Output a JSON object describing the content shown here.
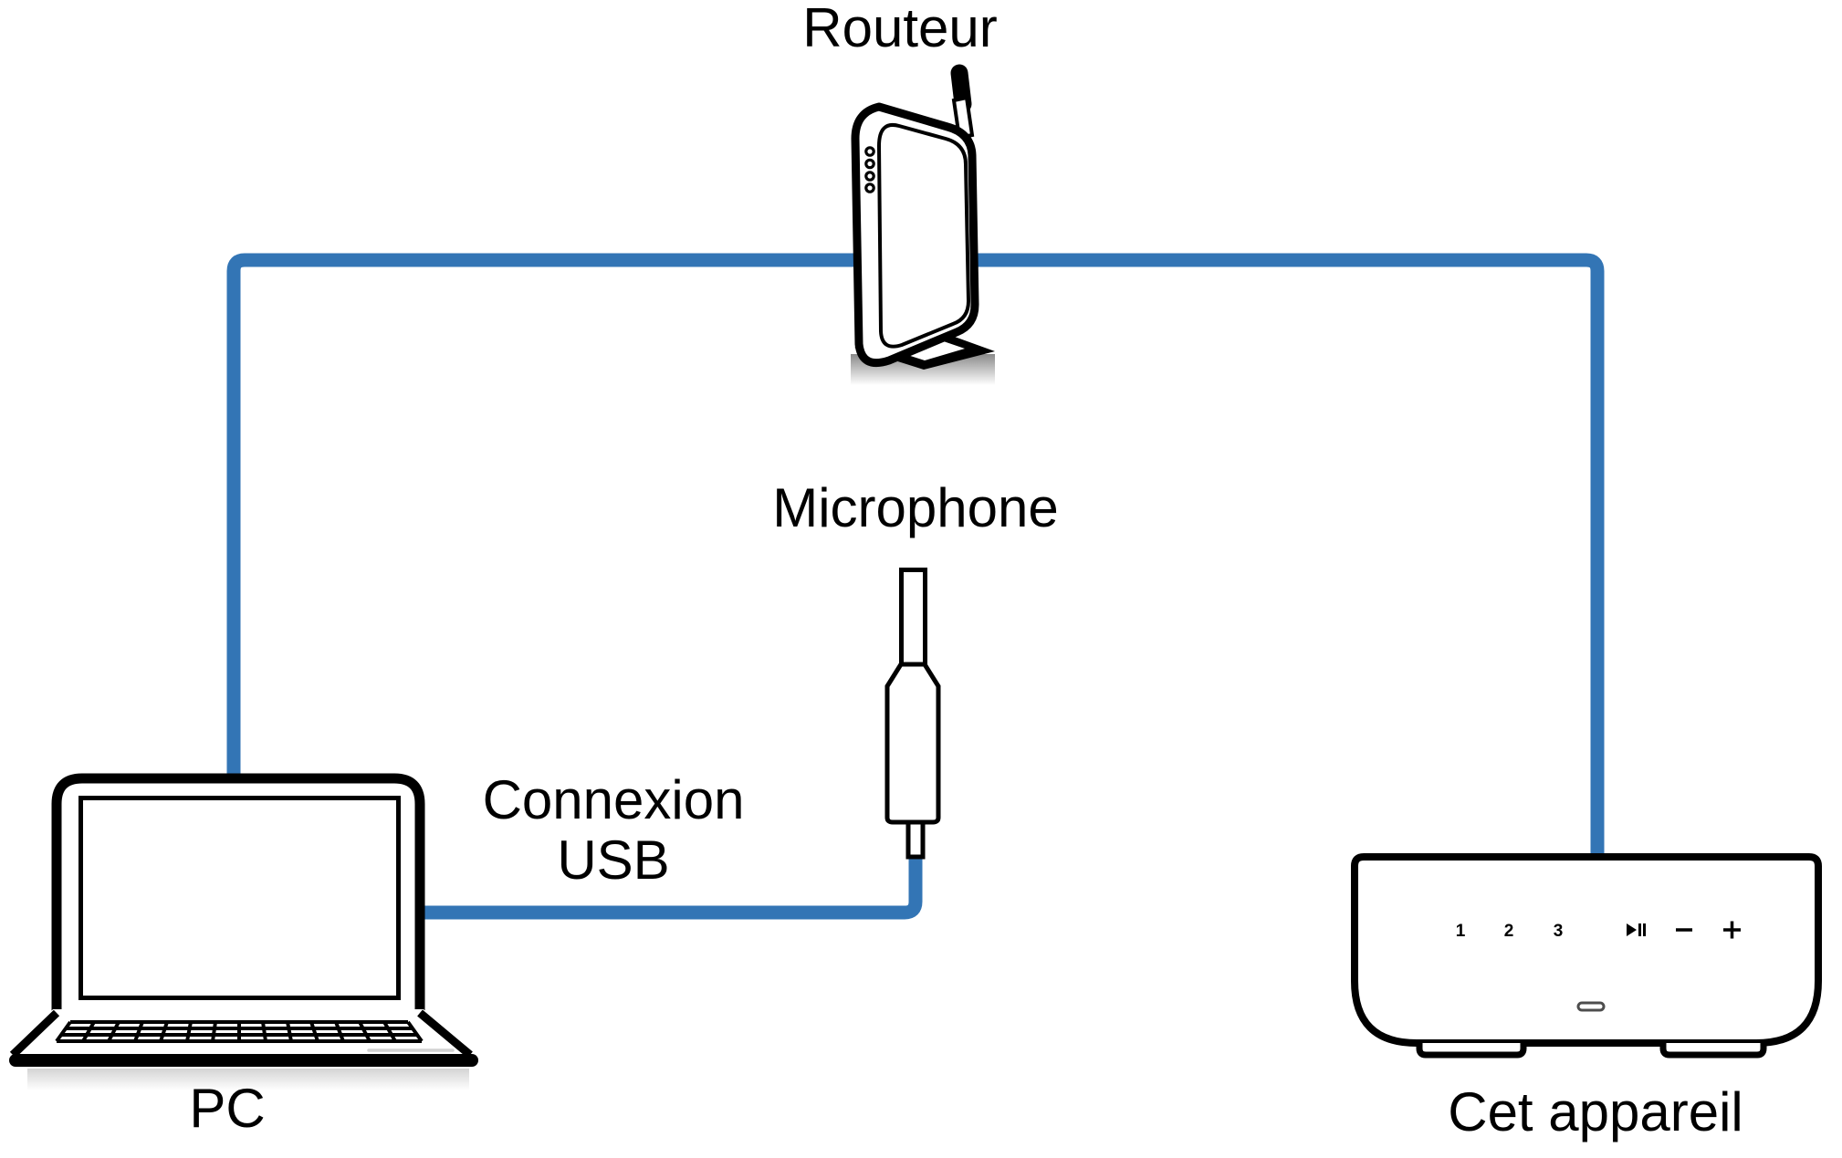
{
  "colors": {
    "cable_blue": "#3375B5",
    "outline_black": "#000000",
    "background": "#FFFFFF"
  },
  "labels": {
    "router": "Routeur",
    "microphone": "Microphone",
    "usb_line1": "Connexion",
    "usb_line2": "USB",
    "pc": "PC",
    "device": "Cet appareil"
  },
  "device_controls": {
    "preset_1": "1",
    "preset_2": "2",
    "preset_3": "3",
    "play_pause_icon": "play-pause-icon",
    "volume_down_icon": "volume-down-icon",
    "volume_up_icon": "volume-up-icon",
    "power_indicator_icon": "power-indicator-icon"
  }
}
